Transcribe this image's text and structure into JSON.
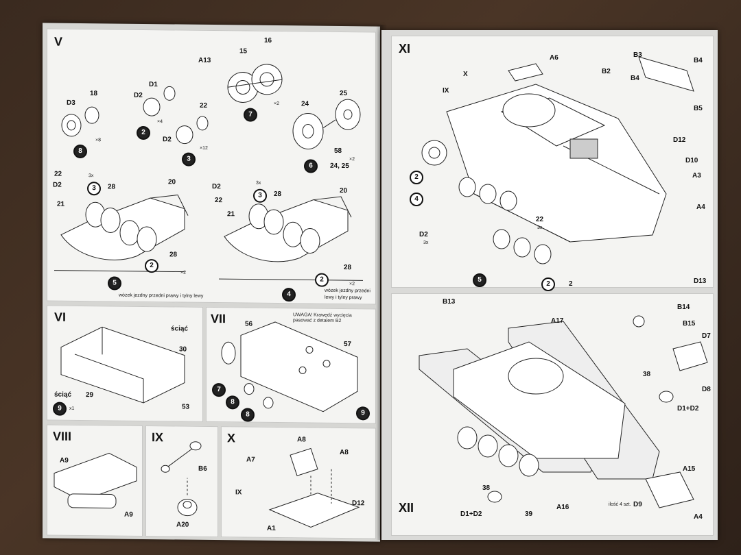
{
  "steps": {
    "v": "V",
    "vi": "VI",
    "vii": "VII",
    "viii": "VIII",
    "ix": "IX",
    "x": "X",
    "xi": "XI",
    "xii": "XII"
  },
  "v_labels": {
    "a13": "A13",
    "p15": "15",
    "p16": "16",
    "d1": "D1",
    "d2a": "D2",
    "d3": "D3",
    "p18": "18",
    "p22a": "22",
    "d2b": "D2",
    "p24": "24",
    "p25": "25",
    "p58": "58",
    "x8": "×8",
    "x4": "×4",
    "x12": "×12",
    "x2a": "×2",
    "x2b": "×2",
    "c8": "8",
    "c2": "2",
    "c3": "3",
    "c7": "7",
    "c6": "6",
    "c6txt": "24, 25",
    "l22": "22",
    "ld2": "D2",
    "l21": "21",
    "l28": "28",
    "l20": "20",
    "l3": "3",
    "l2": "2",
    "l28b": "28",
    "r22": "22",
    "rd2": "D2",
    "r21": "21",
    "r28": "28",
    "r20": "20",
    "r3": "3",
    "r2": "2",
    "r28b": "28",
    "c5": "5",
    "c4": "4",
    "x2c": "×2",
    "x2d": "×2",
    "x3a": "3x",
    "x3b": "3x",
    "cap_left": "wózek jezdny przedni prawy i tylny lewy",
    "cap_right_1": "wózek jezdny przedni",
    "cap_right_2": "lewy i tylny prawy"
  },
  "vi_labels": {
    "sciac1": "ściąć",
    "p30": "30",
    "sciac2": "ściąć",
    "p29": "29",
    "p53": "53",
    "c9": "9",
    "x1": "x1"
  },
  "vii_labels": {
    "p56": "56",
    "p57": "57",
    "c7": "7",
    "c8a": "8",
    "c8b": "8",
    "c9": "9",
    "uwaga1": "UWAGA! Krawędź wycięcia",
    "uwaga2": "pasować z detalem B2"
  },
  "viii_labels": {
    "a9a": "A9",
    "a9b": "A9"
  },
  "ix_labels": {
    "b6": "B6",
    "a20": "A20"
  },
  "x_labels": {
    "a8a": "A8",
    "a7": "A7",
    "a8b": "A8",
    "ix": "IX",
    "d12": "D12",
    "a1": "A1"
  },
  "xi_labels": {
    "a6": "A6",
    "x": "X",
    "ix": "IX",
    "b2": "B2",
    "b3": "B3",
    "b4a": "B4",
    "b4b": "B4",
    "b5": "B5",
    "d12": "D12",
    "d10": "D10",
    "a3": "A3",
    "a4": "A4",
    "d13": "D13",
    "d2": "D2",
    "p22": "22",
    "p2": "2",
    "c2a": "2",
    "c4": "4",
    "c5": "5",
    "c2b": "2",
    "x3a": "3x",
    "x3b": "3x"
  },
  "xii_labels": {
    "b13": "B13",
    "a17": "A17",
    "b14": "B14",
    "b15": "B15",
    "d7": "D7",
    "d8": "D8",
    "p38a": "38",
    "d1d2a": "D1+D2",
    "p38b": "38",
    "d1d2b": "D1+D2",
    "p39": "39",
    "a16": "A16",
    "d9": "D9",
    "d9note": "ilość 4 szt.",
    "a15": "A15",
    "a4": "A4"
  },
  "colors": {
    "paper": "#f4f4f2",
    "ink": "#111111",
    "bg": "#3a2a1f"
  }
}
